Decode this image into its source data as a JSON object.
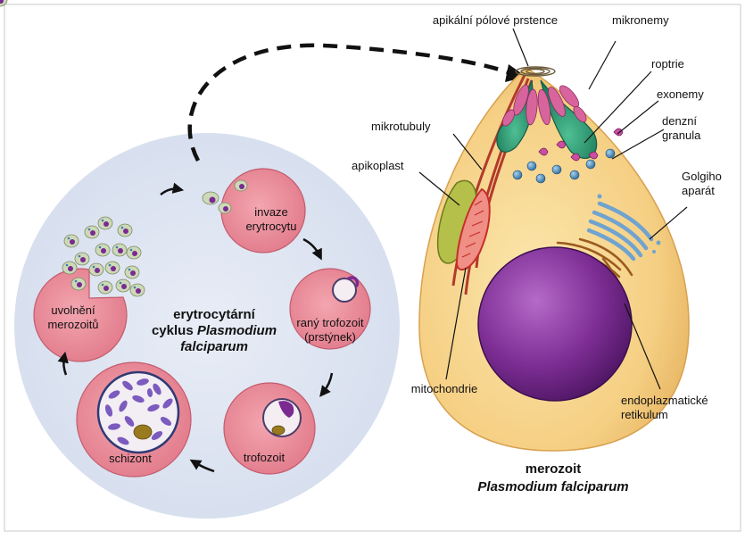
{
  "cycle": {
    "title_line1": "erytrocytární",
    "title_line2_prefix": "cyklus",
    "title_line2_italic": "Plasmodium",
    "title_line3_italic": "falciparum",
    "stages": {
      "invasion": [
        "invaze",
        "erytrocytu"
      ],
      "ring": [
        "raný trofozoit",
        "(prstýnek)"
      ],
      "trophozoite": "trofozoit",
      "schizont": "schizont",
      "release": [
        "uvolnění",
        "merozoitů"
      ]
    }
  },
  "merozoite": {
    "title": "merozoit",
    "subtitle": "Plasmodium falciparum",
    "labels": {
      "apical_rings": "apikální pólové prstence",
      "micronemes": "mikronemy",
      "rhoptries": "roptrie",
      "exonemes": "exonemy",
      "dense_granules": [
        "denzní",
        "granula"
      ],
      "microtubules": "mikrotubuly",
      "apicoplast": "apikoplast",
      "golgi": [
        "Golgiho",
        "aparát"
      ],
      "mitochondria": "mitochondrie",
      "er": [
        "endoplazmatické",
        "retikulum"
      ]
    }
  },
  "colors": {
    "cycle_bg": "#dfe6f2",
    "erythrocyte": "#e98a98",
    "cell_body": "#f6d48a",
    "nucleus": "#7a2a90",
    "rhoptry": "#2e9a72",
    "microneme": "#d8649e",
    "granule": "#3d7eae",
    "apicoplast": "#a7b63a",
    "mitochondrion": "#d8413f",
    "microtubule": "#b23a2c"
  }
}
